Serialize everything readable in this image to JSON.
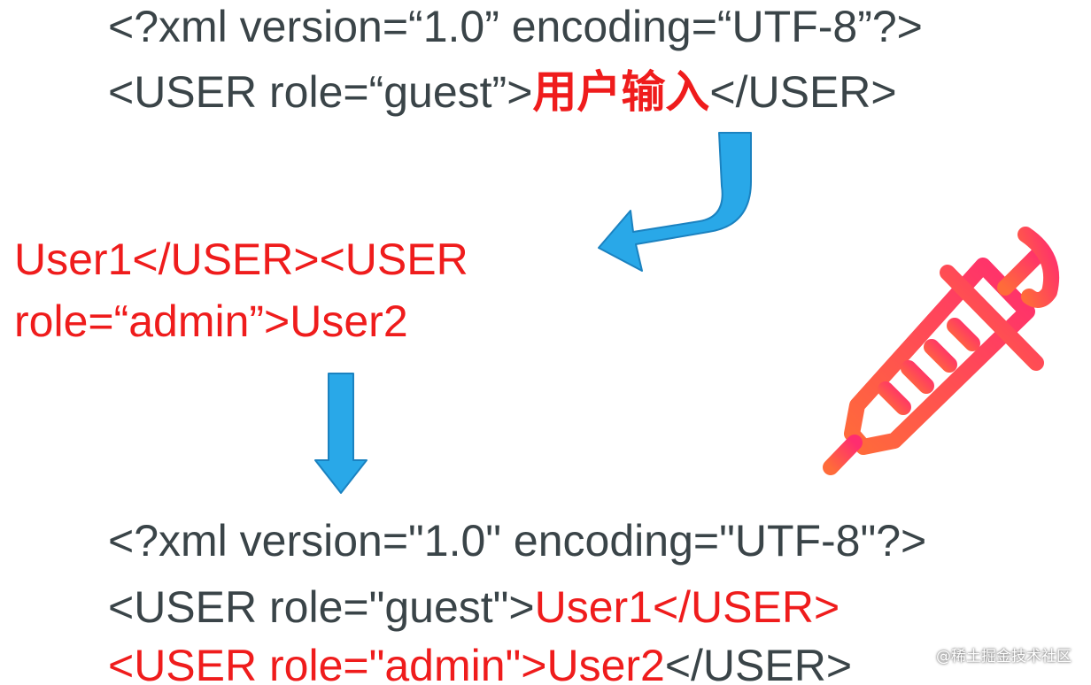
{
  "original": {
    "line1": "<?xml version=“1.0” encoding=“UTF-8”?>",
    "line2_prefix": "<USER role=“guest”>",
    "line2_input": "用户输入",
    "line2_suffix": "</USER>"
  },
  "injection": {
    "line1": "User1</USER><USER",
    "line2": "role=“admin”>User2"
  },
  "result": {
    "line1": "<?xml version=\"1.0\" encoding=\"UTF-8\"?>",
    "line2_prefix": "<USER role=\"guest\">",
    "line2_red": "User1</USER>",
    "line3_red": "<USER role=\"admin\">User2",
    "line3_suffix": "</USER>"
  },
  "watermark": "@稀土掘金技术社区",
  "colors": {
    "text_dark": "#3a4448",
    "text_red": "#ef1c1c",
    "arrow_blue": "#29a8e8",
    "icon_gradient_start": "#ff6b3a",
    "icon_gradient_end": "#ff2d6f"
  },
  "icons": {
    "curved_arrow": "curved-arrow-icon",
    "down_arrow": "down-arrow-icon",
    "syringe": "syringe-icon"
  }
}
